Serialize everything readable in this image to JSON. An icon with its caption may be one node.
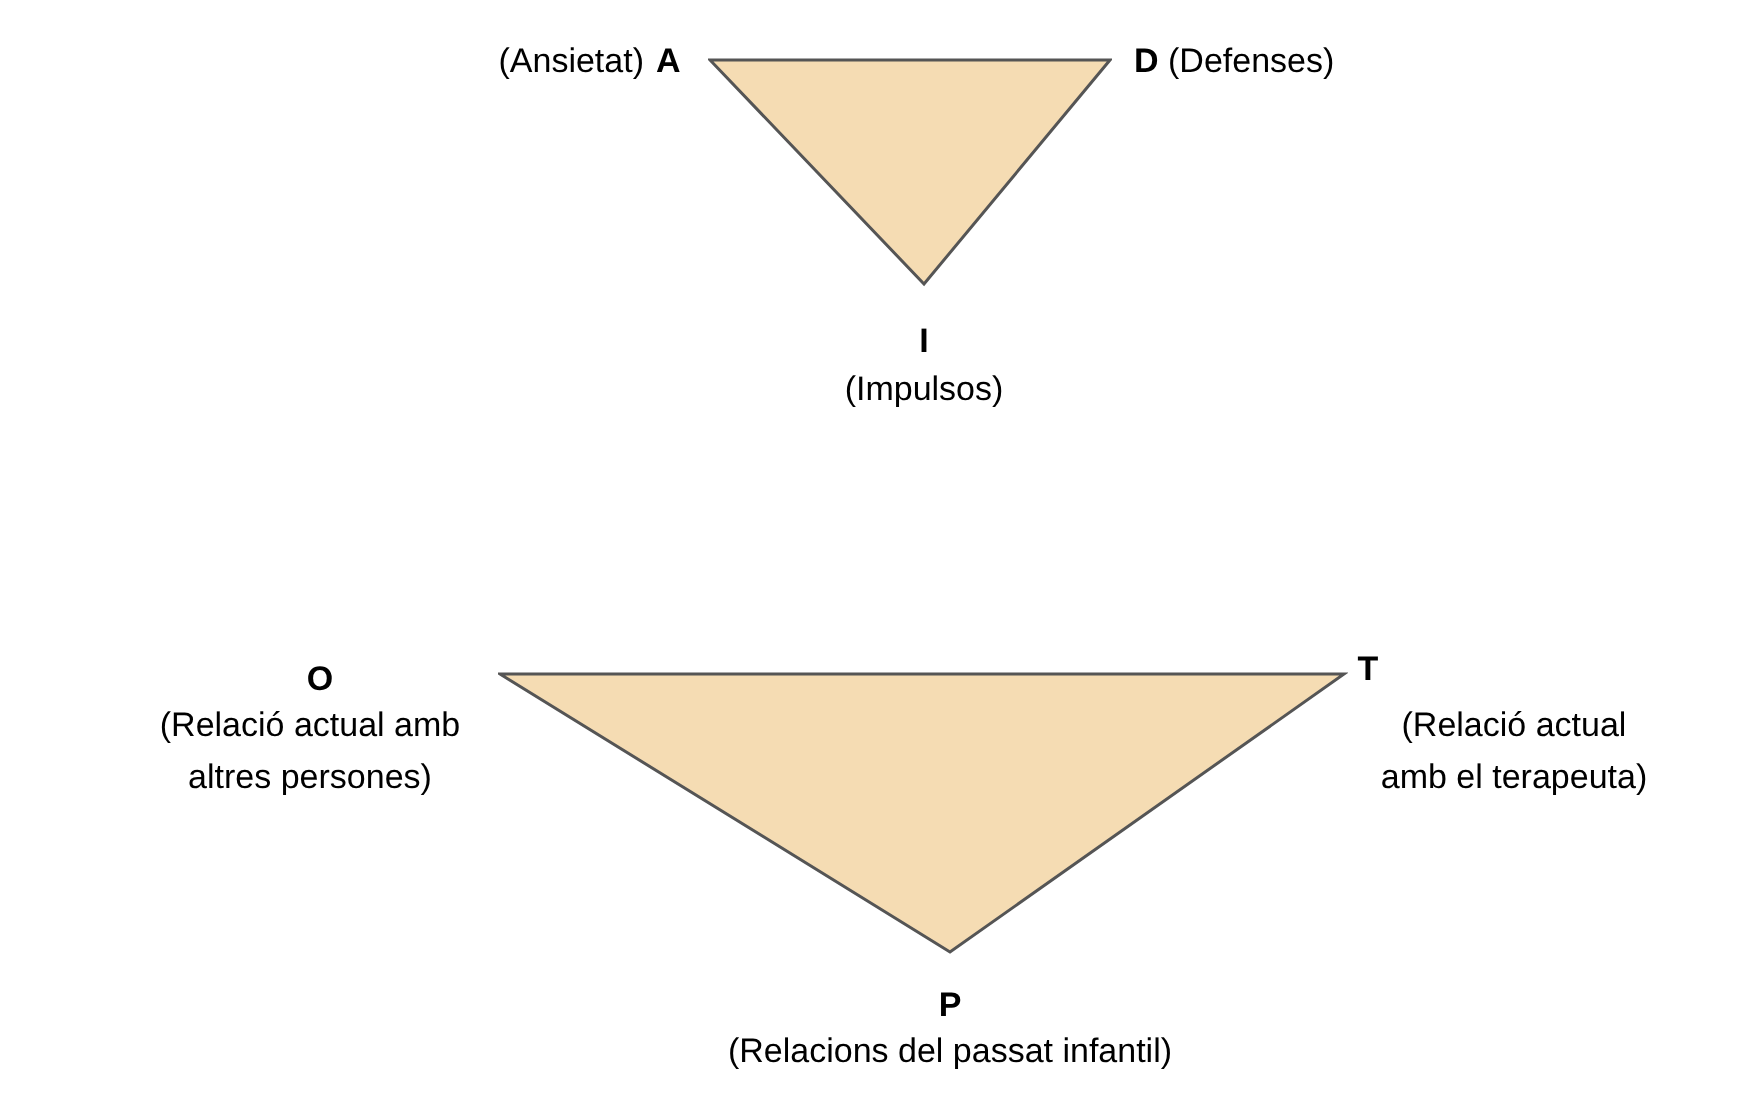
{
  "diagram": {
    "nodes": [
      {
        "text": [],
        "shape": "triangle",
        "beside": [
          "(Ansietat)",
          "A",
          "D",
          "(Defenses)",
          "I",
          "(Impulsos)"
        ]
      },
      {
        "text": [],
        "shape": "triangle",
        "beside": [
          "O",
          "(Relació actual amb altres persones)",
          "T",
          "(Relació actual amb el terapeuta)",
          "P",
          "(Relacions del passat infantil)"
        ]
      }
    ]
  }
}
